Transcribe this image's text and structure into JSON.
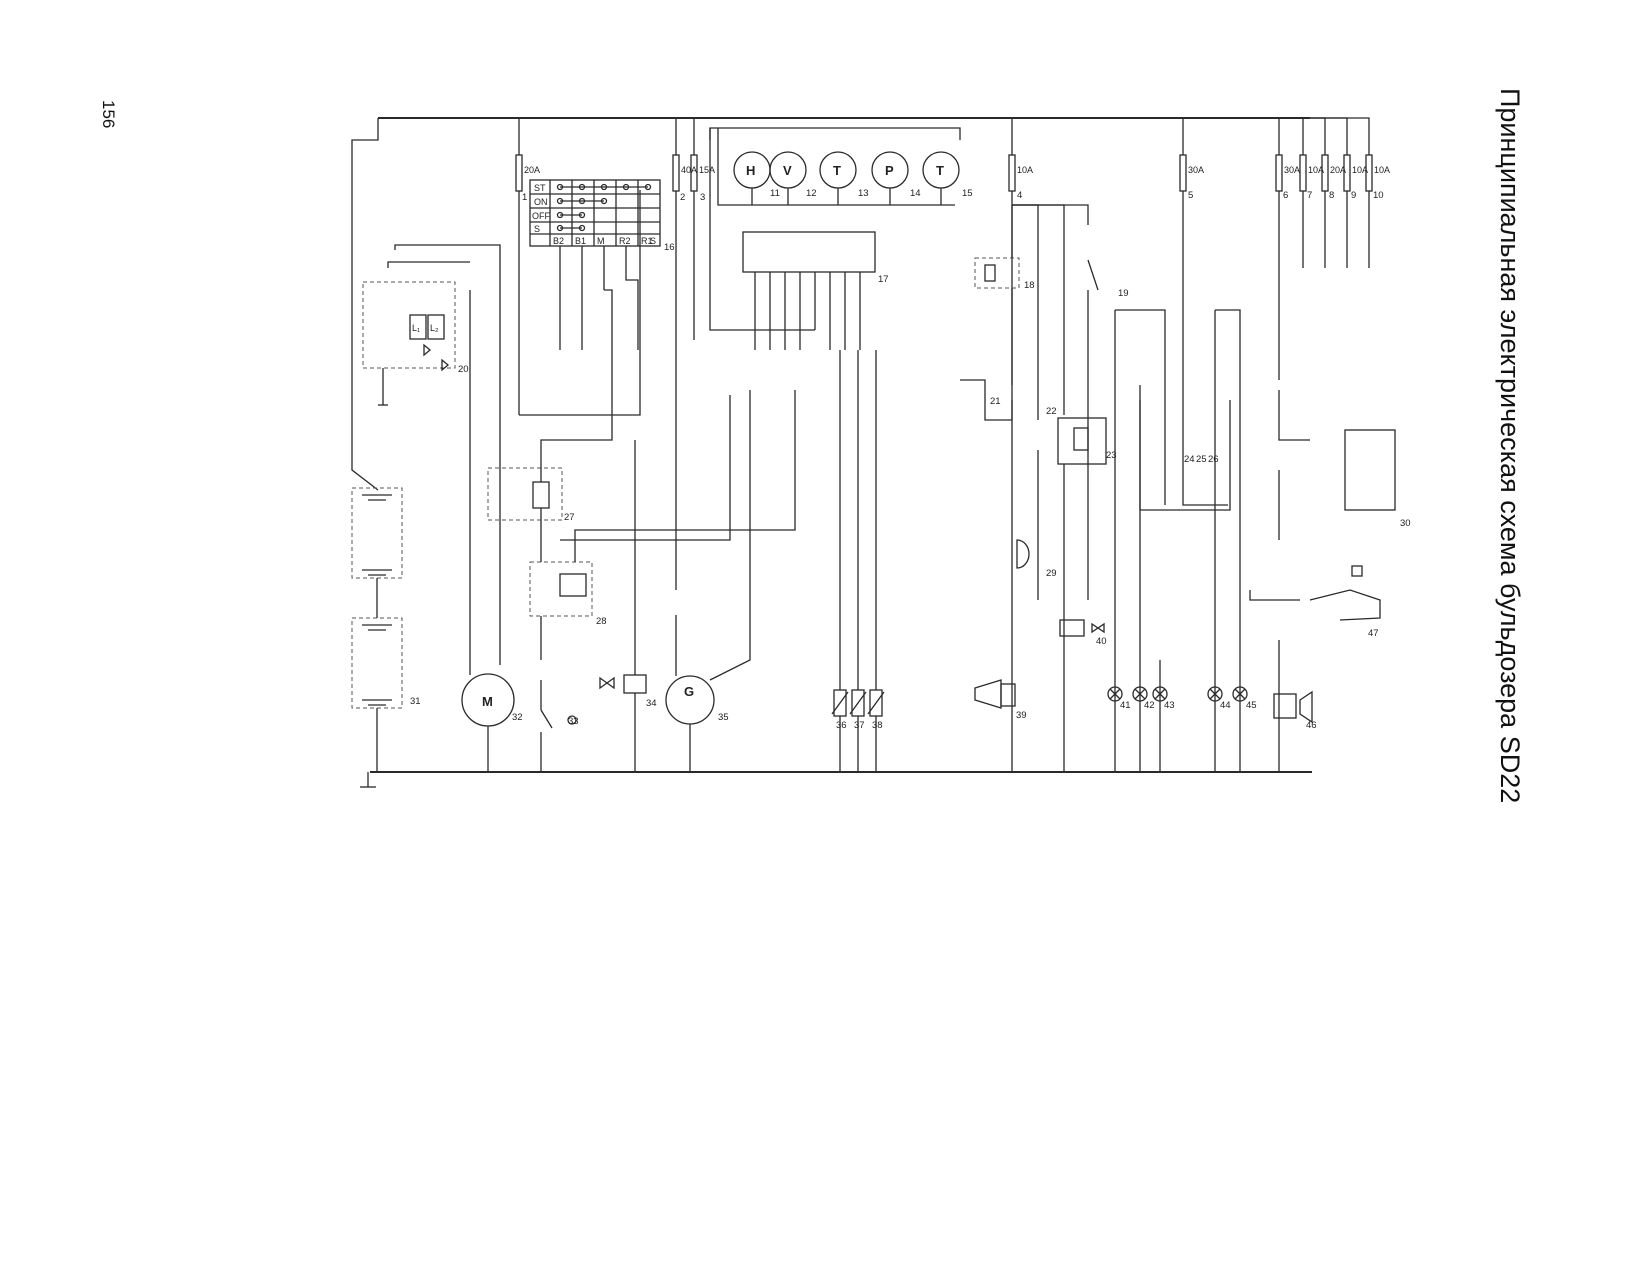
{
  "page": {
    "number": "156",
    "title": "Принципиальная электрическая схема бульдозера SD22"
  },
  "switch_panel": {
    "rows": [
      "ST",
      "ON",
      "OFF",
      "S"
    ],
    "columns": [
      "B2",
      "B1",
      "M",
      "R2",
      "R1",
      "S"
    ]
  },
  "fuses": [
    "20A",
    "40A",
    "15A",
    "10A",
    "30A",
    "30A",
    "10A",
    "20A",
    "10A",
    "10A"
  ],
  "gauges": [
    "H",
    "V",
    "T",
    "P",
    "T"
  ],
  "component_numbers": [
    "1",
    "2",
    "3",
    "4",
    "5",
    "6",
    "7",
    "8",
    "9",
    "10",
    "11",
    "12",
    "13",
    "14",
    "15",
    "16",
    "17",
    "18",
    "19",
    "20",
    "21",
    "22",
    "23",
    "24",
    "25",
    "26",
    "27",
    "28",
    "29",
    "30",
    "31",
    "32",
    "33",
    "34",
    "35",
    "36",
    "37",
    "38",
    "39",
    "40",
    "41",
    "42",
    "43",
    "44",
    "45",
    "46",
    "47"
  ],
  "colors": {
    "line": "#2a2a2a",
    "dashed": "#555555",
    "background": "#ffffff"
  }
}
